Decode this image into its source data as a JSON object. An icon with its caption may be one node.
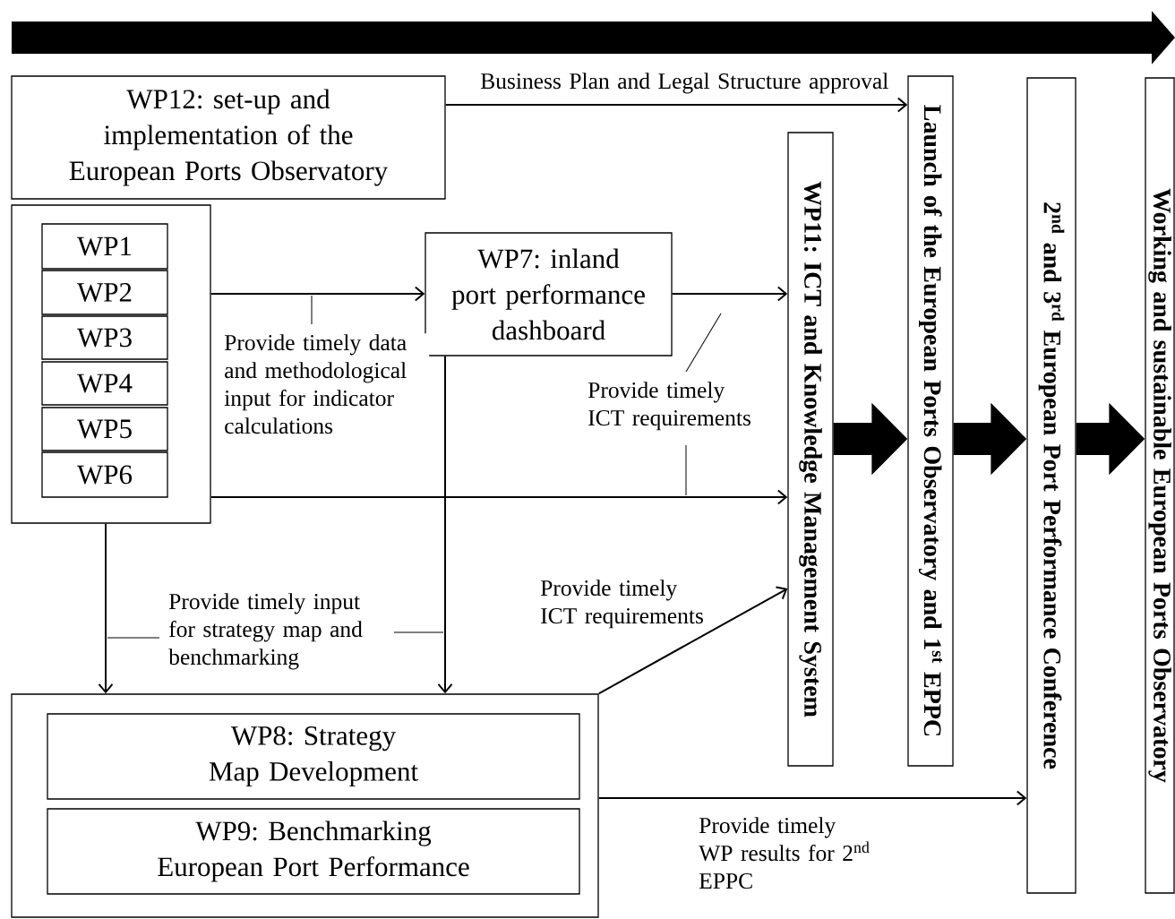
{
  "diagram": {
    "nodes": [
      {
        "text": [
          "WP12: set-up and implementation of the European Ports Observatory"
        ]
      },
      {
        "text": [],
        "shape": "box"
      },
      {
        "text": [
          "WP1"
        ],
        "in": 1
      },
      {
        "text": [
          "WP2"
        ],
        "in": 1
      },
      {
        "text": [
          "WP3"
        ],
        "in": 1
      },
      {
        "text": [
          "WP4"
        ],
        "in": 1
      },
      {
        "text": [
          "WP5"
        ],
        "in": 1
      },
      {
        "text": [
          "WP6"
        ],
        "in": 1
      },
      {
        "text": [
          "WP7: inland port performance dashboard"
        ]
      },
      {
        "text": [
          "WP11: ICT and Knowledge Management System"
        ]
      },
      {
        "text": [
          "Launch of the European Ports Observatory and 1$^{st}$ EPPC"
        ]
      },
      {
        "text": [
          "2$^{nd}$ and 3$^{rd}$  European Port Performance Conference"
        ]
      },
      {
        "text": [
          "Working and sustainable European Ports Observatory"
        ]
      },
      {
        "text": [],
        "shape": "box"
      },
      {
        "text": [
          "WP8: Strategy Map Development"
        ],
        "in": 13
      },
      {
        "text": [
          "WP9: Benchmarking European Port Performance"
        ],
        "in": 13
      }
    ],
    "edges": [
      {
        "from": 0,
        "to": 10,
        "arrow": "to",
        "label": "Business Plan and Legal Structure approval"
      },
      {
        "from": 1,
        "to": 8,
        "arrow": "to",
        "label": "Provide timely data and methodological input for indicator calculations"
      },
      {
        "from": 8,
        "to": 9,
        "arrow": "to",
        "label": "Provide timely ICT requirements"
      },
      {
        "from": 1,
        "to": 9,
        "arrow": "to"
      },
      {
        "from": 1,
        "to": 13,
        "arrow": "to",
        "label": "Provide timely input for strategy map and benchmarking"
      },
      {
        "from": 8,
        "to": 13,
        "arrow": "to"
      },
      {
        "from": 13,
        "to": 9,
        "arrow": "to",
        "label": "Provide timely ICT requirements"
      },
      {
        "from": 13,
        "to": 11,
        "arrow": "to",
        "label": "Provide timely WP results for 2$^{nd}$ EPPC"
      },
      {
        "from": 9,
        "to": 10,
        "arrow": "to",
        "style": "thick"
      },
      {
        "from": 10,
        "to": 11,
        "arrow": "to",
        "style": "thick"
      },
      {
        "from": 11,
        "to": 12,
        "arrow": "to",
        "style": "thick"
      }
    ]
  }
}
